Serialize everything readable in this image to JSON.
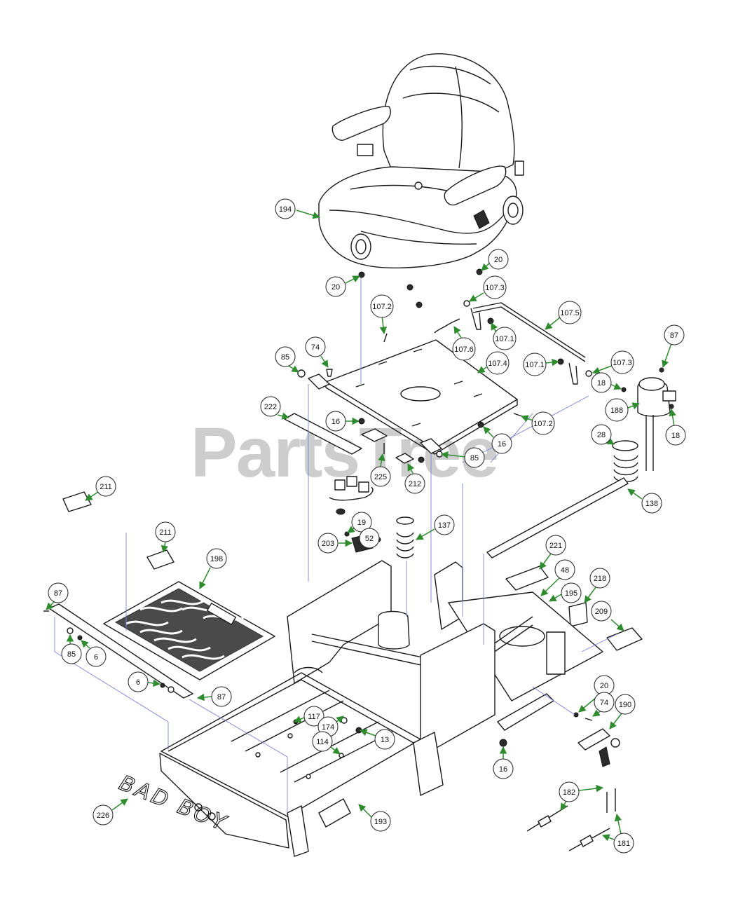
{
  "watermark": {
    "text": "PartsTree"
  },
  "logo": {
    "text": "BAD BOY"
  },
  "colors": {
    "arrow": "#2e8b2e",
    "line": "#1a1a1a",
    "leader": "#7d7fd6",
    "watermark": "#bdbdbd"
  },
  "callouts": [
    {
      "label": "194"
    },
    {
      "label": "20"
    },
    {
      "label": "20"
    },
    {
      "label": "107.2"
    },
    {
      "label": "107.3"
    },
    {
      "label": "107.5"
    },
    {
      "label": "107.1"
    },
    {
      "label": "107.6"
    },
    {
      "label": "87"
    },
    {
      "label": "74"
    },
    {
      "label": "85"
    },
    {
      "label": "107.4"
    },
    {
      "label": "107.1"
    },
    {
      "label": "107.3"
    },
    {
      "label": "18"
    },
    {
      "label": "188"
    },
    {
      "label": "18"
    },
    {
      "label": "222"
    },
    {
      "label": "16"
    },
    {
      "label": "107.2"
    },
    {
      "label": "16"
    },
    {
      "label": "28"
    },
    {
      "label": "225"
    },
    {
      "label": "212"
    },
    {
      "label": "85"
    },
    {
      "label": "211"
    },
    {
      "label": "138"
    },
    {
      "label": "19"
    },
    {
      "label": "137"
    },
    {
      "label": "211"
    },
    {
      "label": "198"
    },
    {
      "label": "203"
    },
    {
      "label": "52"
    },
    {
      "label": "221"
    },
    {
      "label": "48"
    },
    {
      "label": "218"
    },
    {
      "label": "195"
    },
    {
      "label": "87"
    },
    {
      "label": "209"
    },
    {
      "label": "85"
    },
    {
      "label": "6"
    },
    {
      "label": "6"
    },
    {
      "label": "87"
    },
    {
      "label": "20"
    },
    {
      "label": "74"
    },
    {
      "label": "190"
    },
    {
      "label": "117"
    },
    {
      "label": "174"
    },
    {
      "label": "13"
    },
    {
      "label": "114"
    },
    {
      "label": "16"
    },
    {
      "label": "182"
    },
    {
      "label": "226"
    },
    {
      "label": "193"
    },
    {
      "label": "181"
    }
  ]
}
